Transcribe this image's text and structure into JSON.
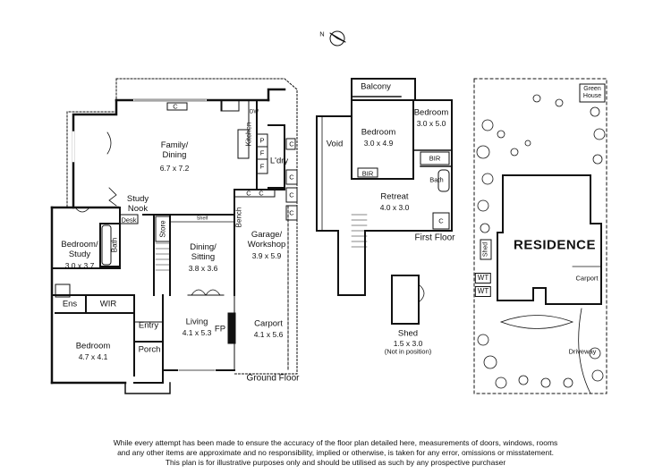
{
  "compass": {
    "north_label": "N"
  },
  "ground_floor": {
    "title": "Ground Floor",
    "rooms": {
      "family_dining": {
        "name": "Family/\nDining",
        "size": "6.7 x 7.2"
      },
      "kitchen": {
        "name": "Kitchen"
      },
      "laundry": {
        "name": "L'dry"
      },
      "study_nook": {
        "name": "Study\nNook"
      },
      "desk": {
        "name": "Desk"
      },
      "bedroom_study": {
        "name": "Bedroom/\nStudy",
        "size": "3.0 x 3.7"
      },
      "bath": {
        "name": "Bath"
      },
      "store": {
        "name": "Store"
      },
      "dining_sitting": {
        "name": "Dining/\nSitting",
        "size": "3.8 x 3.6"
      },
      "garage_workshop": {
        "name": "Garage/\nWorkshop",
        "size": "3.9 x 5.9"
      },
      "bench": {
        "name": "Bench"
      },
      "shelf": {
        "name": "Shelf"
      },
      "ensuite": {
        "name": "Ens"
      },
      "wir": {
        "name": "WIR"
      },
      "entry": {
        "name": "Entry"
      },
      "living": {
        "name": "Living",
        "size": "4.1 x 5.3"
      },
      "fireplace": {
        "name": "FP"
      },
      "carport": {
        "name": "Carport",
        "size": "4.1 x 5.6"
      },
      "bedroom": {
        "name": "Bedroom",
        "size": "4.7 x 4.1"
      },
      "porch": {
        "name": "Porch"
      },
      "fridge_a": "F",
      "fridge_b": "F",
      "pantry": "P",
      "dw": "DW"
    },
    "cupboard_marks": [
      "C",
      "C",
      "C",
      "C",
      "C",
      "C",
      "C",
      "C"
    ]
  },
  "first_floor": {
    "title": "First Floor",
    "rooms": {
      "balcony": {
        "name": "Balcony"
      },
      "bedroom_a": {
        "name": "Bedroom",
        "size": "3.0 x 4.9"
      },
      "bedroom_b": {
        "name": "Bedroom",
        "size": "3.0 x 5.0"
      },
      "void": {
        "name": "Void"
      },
      "bir_a": {
        "name": "BIR"
      },
      "bir_b": {
        "name": "BIR"
      },
      "bath": {
        "name": "Bath"
      },
      "retreat": {
        "name": "Retreat",
        "size": "4.0 x 3.0"
      },
      "cupboard": "C"
    }
  },
  "shed": {
    "name": "Shed",
    "size": "1.5 x 3.0",
    "note": "(Not in position)"
  },
  "site_plan": {
    "residence": "RESIDENCE",
    "green_house": "Green\nHouse",
    "shed": "Shed",
    "carport": "Carport",
    "wt_a": "WT",
    "wt_b": "WT",
    "driveway": "Driveway"
  },
  "disclaimer": [
    "While every attempt has been made to ensure the accuracy of the floor plan detailed here, measurements of doors, windows, rooms",
    "and any other items are approximate and no responsibility, implied or otherwise, is taken for any error, omissions or misstatement.",
    "This plan is for illustrative purposes only and should be utilised as such by any prospective purchaser"
  ]
}
